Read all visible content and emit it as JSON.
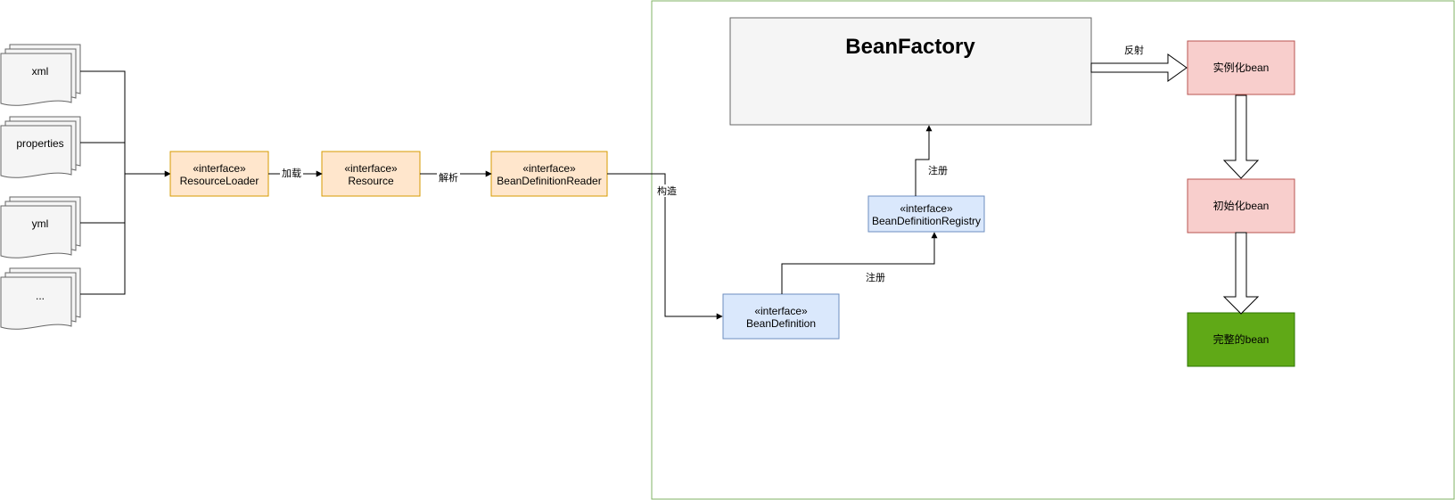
{
  "documents": [
    {
      "key": "xml",
      "label": "xml"
    },
    {
      "key": "properties",
      "label": "properties"
    },
    {
      "key": "yml",
      "label": "yml"
    },
    {
      "key": "more",
      "label": "..."
    }
  ],
  "interfaces": {
    "stereotype": "«interface»",
    "resource_loader": "ResourceLoader",
    "resource": "Resource",
    "reader": "BeanDefinitionReader",
    "bean_definition": "BeanDefinition",
    "registry": "BeanDefinitionRegistry"
  },
  "bean_factory": {
    "title": "BeanFactory"
  },
  "lifecycle": {
    "instantiate": "实例化bean",
    "initialize": "初始化bean",
    "complete": "完整的bean"
  },
  "edges": {
    "load": "加载",
    "parse": "解析",
    "construct": "构造",
    "register_1": "注册",
    "register_2": "注册",
    "reflect": "反射"
  },
  "colors": {
    "interface_orange_fill": "#ffe6cc",
    "interface_orange_stroke": "#d79b00",
    "interface_blue_fill": "#dae8fc",
    "interface_blue_stroke": "#6c8ebf",
    "factory_fill": "#f5f5f5",
    "factory_stroke": "#666666",
    "container_stroke": "#82b366",
    "red_fill": "#f8cecc",
    "red_stroke": "#b85450",
    "green_fill": "#60a917",
    "green_stroke": "#2d7600",
    "doc_fill": "#f5f5f5",
    "doc_stroke": "#666666"
  }
}
